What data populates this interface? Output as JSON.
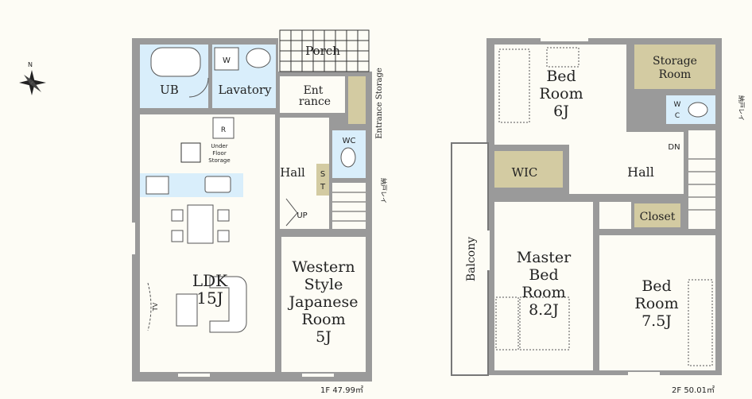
{
  "colors": {
    "background": "#fdfcf5",
    "wall": "#9a9a9a",
    "floor": "#fdfcf5",
    "bath_fill": "#d9eefb",
    "storage_fill": "#d3cba2",
    "outline": "#555555"
  },
  "compass": {
    "north_label": "N"
  },
  "floor1": {
    "area_label": "1F 47.99㎡",
    "rooms": {
      "ub": "UB",
      "lavatory": "Lavatory",
      "washer": "W",
      "porch": "Porch",
      "entrance": "Ent\nrance",
      "entrance_storage": "Entrance Storage",
      "ldk": "LDK\n15J",
      "refrigerator": "R",
      "under_floor_storage": "Under\nFloor\nStorage",
      "hall": "Hall",
      "wc": "WC",
      "st": "S\nT",
      "up": "UP",
      "western_room": "Western\nStyle\nJapanese\nRoom\n5J",
      "tv": "TV",
      "note": "納戸レイ"
    }
  },
  "floor2": {
    "area_label": "2F 50.01㎡",
    "rooms": {
      "bedroom_6j": "Bed\nRoom\n6J",
      "storage_room": "Storage\nRoom",
      "wc": "W\nC",
      "note_right": "納戸レイ",
      "dn": "DN",
      "wic": "WIC",
      "hall": "Hall",
      "closet": "Closet",
      "balcony": "Balcony",
      "master_bedroom": "Master\nBed\nRoom\n8.2J",
      "bedroom_75j": "Bed\nRoom\n7.5J"
    }
  }
}
